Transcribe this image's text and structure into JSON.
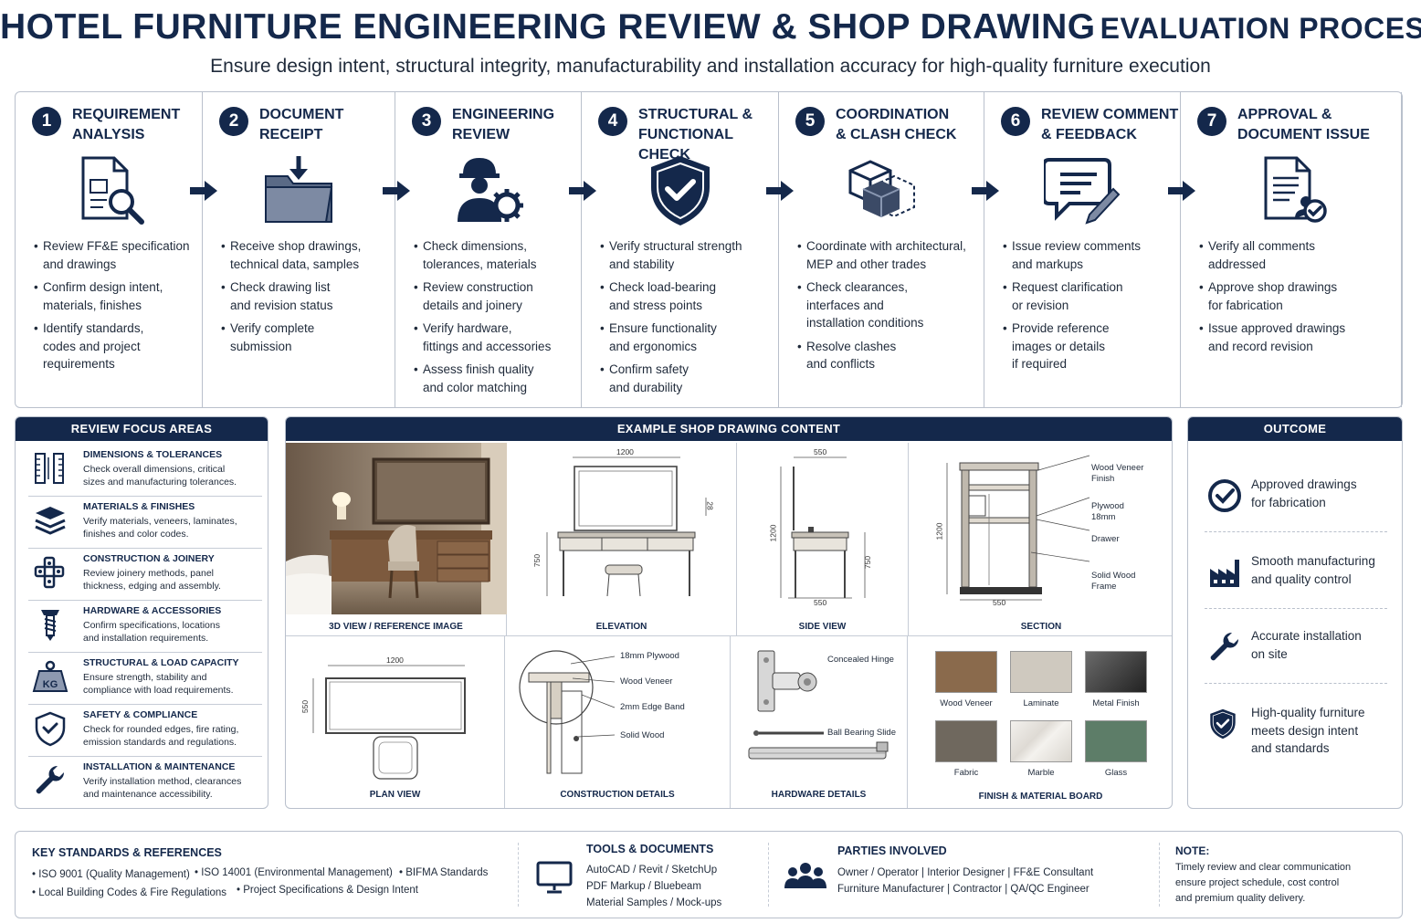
{
  "header": {
    "title_main": "HOTEL FURNITURE ENGINEERING REVIEW & SHOP DRAWING",
    "title_tail": "EVALUATION PROCESS",
    "subtitle": "Ensure design intent, structural integrity, manufacturability and installation accuracy for high-quality furniture execution"
  },
  "steps": [
    {
      "num": "1",
      "title": "REQUIREMENT\nANALYSIS",
      "icon": "document-search-icon",
      "bullets": [
        "Review FF&E specification\nand drawings",
        "Confirm design intent,\nmaterials, finishes",
        "Identify standards,\ncodes and project\nrequirements"
      ]
    },
    {
      "num": "2",
      "title": "DOCUMENT\nRECEIPT",
      "icon": "folder-download-icon",
      "bullets": [
        "Receive shop drawings,\ntechnical data, samples",
        "Check drawing list\nand revision status",
        "Verify complete\nsubmission"
      ]
    },
    {
      "num": "3",
      "title": "ENGINEERING\nREVIEW",
      "icon": "engineer-gear-icon",
      "bullets": [
        "Check dimensions,\ntolerances, materials",
        "Review construction\ndetails and joinery",
        "Verify hardware,\nfittings and accessories",
        "Assess finish quality\nand color matching"
      ]
    },
    {
      "num": "4",
      "title": "STRUCTURAL &\nFUNCTIONAL CHECK",
      "icon": "shield-check-icon",
      "bullets": [
        "Verify structural strength\nand stability",
        "Check load-bearing\nand stress points",
        "Ensure functionality\nand ergonomics",
        "Confirm safety\nand durability"
      ]
    },
    {
      "num": "5",
      "title": "COORDINATION\n& CLASH CHECK",
      "icon": "cubes-clash-icon",
      "bullets": [
        "Coordinate with architectural,\nMEP and other trades",
        "Check clearances,\ninterfaces and\ninstallation conditions",
        "Resolve clashes\nand conflicts"
      ]
    },
    {
      "num": "6",
      "title": "REVIEW COMMENT\n& FEEDBACK",
      "icon": "comment-pencil-icon",
      "bullets": [
        "Issue review comments\nand markups",
        "Request clarification\nor revision",
        "Provide reference\nimages or details\nif required"
      ]
    },
    {
      "num": "7",
      "title": "APPROVAL &\nDOCUMENT ISSUE",
      "icon": "document-approved-icon",
      "bullets": [
        "Verify all comments\naddressed",
        "Approve shop drawings\nfor fabrication",
        "Issue approved drawings\nand record revision"
      ]
    }
  ],
  "focus": {
    "heading": "REVIEW FOCUS AREAS",
    "items": [
      {
        "title": "DIMENSIONS & TOLERANCES",
        "desc": "Check overall dimensions, critical\nsizes and manufacturing tolerances.",
        "icon": "ruler-icon"
      },
      {
        "title": "MATERIALS & FINISHES",
        "desc": "Verify materials, veneers, laminates,\nfinishes and color codes.",
        "icon": "material-layers-icon"
      },
      {
        "title": "CONSTRUCTION & JOINERY",
        "desc": "Review joinery methods, panel\nthickness, edging and assembly.",
        "icon": "joinery-icon"
      },
      {
        "title": "HARDWARE & ACCESSORIES",
        "desc": "Confirm specifications, locations\nand installation requirements.",
        "icon": "screw-icon"
      },
      {
        "title": "STRUCTURAL & LOAD CAPACITY",
        "desc": "Ensure strength, stability and\ncompliance with load requirements.",
        "icon": "kg-weight-icon"
      },
      {
        "title": "SAFETY & COMPLIANCE",
        "desc": "Check for rounded edges, fire rating,\nemission standards and regulations.",
        "icon": "safety-shield-icon"
      },
      {
        "title": "INSTALLATION & MAINTENANCE",
        "desc": "Verify installation method, clearances\nand maintenance accessibility.",
        "icon": "wrench-icon"
      }
    ]
  },
  "example": {
    "heading": "EXAMPLE SHOP DRAWING CONTENT",
    "labels": {
      "view3d": "3D VIEW / REFERENCE IMAGE",
      "elevation": "ELEVATION",
      "side": "SIDE VIEW",
      "section": "SECTION",
      "plan": "PLAN VIEW",
      "construction": "CONSTRUCTION DETAILS",
      "hardware": "HARDWARE DETAILS",
      "finish": "FINISH & MATERIAL BOARD"
    },
    "dims": {
      "w1200": "1200",
      "h750": "750",
      "d550": "550",
      "h1200": "1200",
      "t28": "28"
    },
    "section_notes": [
      "Wood Veneer\nFinish",
      "Plywood\n18mm",
      "Drawer",
      "Solid Wood\nFrame"
    ],
    "construction_notes": [
      "18mm Plywood",
      "Wood Veneer",
      "2mm Edge Band",
      "Solid Wood"
    ],
    "hardware_notes": [
      "Concealed Hinge",
      "Ball Bearing Slide"
    ],
    "swatches": [
      {
        "name": "Wood Veneer",
        "color": "#8a6a4c"
      },
      {
        "name": "Laminate",
        "color": "#cfc9bf"
      },
      {
        "name": "Metal Finish",
        "color": "#3a3a3a"
      },
      {
        "name": "Fabric",
        "color": "#6f685e"
      },
      {
        "name": "Marble",
        "color": "#eceae6"
      },
      {
        "name": "Glass",
        "color": "#5d7d68"
      }
    ]
  },
  "outcome": {
    "heading": "OUTCOME",
    "items": [
      {
        "text": "Approved drawings\nfor fabrication",
        "icon": "check-circle-icon"
      },
      {
        "text": "Smooth manufacturing\nand quality control",
        "icon": "factory-icon"
      },
      {
        "text": "Accurate installation\non site",
        "icon": "wrench-icon"
      },
      {
        "text": "High-quality furniture\nmeets design intent\nand standards",
        "icon": "shield-check-icon"
      }
    ]
  },
  "bottom": {
    "standards_head": "KEY STANDARDS & REFERENCES",
    "standards_line1a": "• ISO 9001 (Quality Management)",
    "standards_line1b": "• ISO 14001 (Environmental Management)",
    "standards_line1c": "• BIFMA Standards",
    "standards_line2a": "• Local Building Codes & Fire Regulations",
    "standards_line2b": "• Project Specifications & Design Intent",
    "tools_head": "TOOLS & DOCUMENTS",
    "tools_text": "AutoCAD / Revit / SketchUp\nPDF Markup / Bluebeam\nMaterial Samples / Mock-ups",
    "parties_head": "PARTIES INVOLVED",
    "parties_text": "Owner / Operator  |  Interior Designer  |  FF&E Consultant\nFurniture Manufacturer  |  Contractor  |  QA/QC Engineer",
    "note_head": "NOTE:",
    "note_text": "Timely review and clear communication\nensure project schedule, cost control\nand premium quality delivery."
  },
  "colors": {
    "navy": "#14284b",
    "border": "#b9c0cc"
  }
}
